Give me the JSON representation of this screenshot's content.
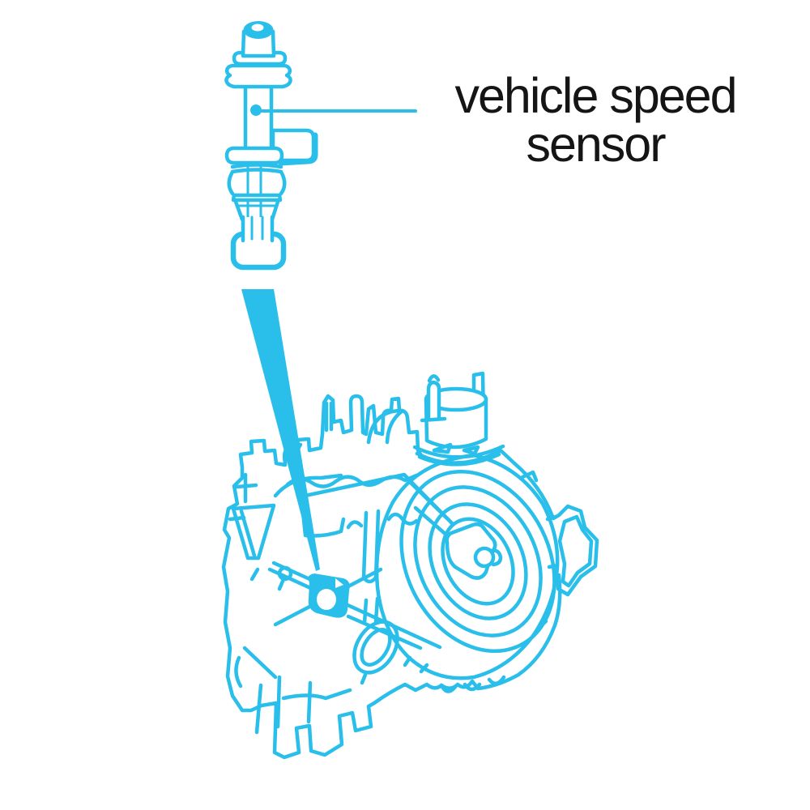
{
  "colors": {
    "background": "#ffffff",
    "line_art": "#29BFEA",
    "label_text": "#151515"
  },
  "label": {
    "full_text": "vehicle speed sensor",
    "line1": "vehicle speed",
    "line2": "sensor"
  },
  "illustrations": [
    {
      "name": "vehicle-speed-sensor-drawing"
    },
    {
      "name": "transmission-housing-drawing"
    },
    {
      "name": "leader-line"
    },
    {
      "name": "pointer-wedge"
    }
  ]
}
